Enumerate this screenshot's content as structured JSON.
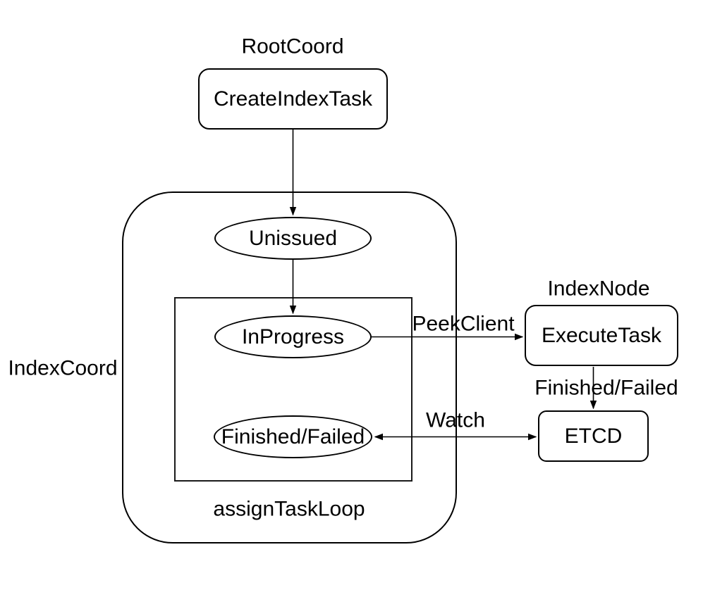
{
  "diagram": {
    "background_color": "#ffffff",
    "line_color": "#000000",
    "text_color": "#000000",
    "group_labels": {
      "root_coord": "RootCoord",
      "index_coord": "IndexCoord",
      "index_node": "IndexNode",
      "assign_task_loop": "assignTaskLoop"
    },
    "nodes": {
      "create_index_task": "CreateIndexTask",
      "unissued": "Unissued",
      "in_progress": "InProgress",
      "finished_failed": "Finished/Failed",
      "execute_task": "ExecuteTask",
      "etcd": "ETCD"
    },
    "edge_labels": {
      "peek_client": "PeekClient",
      "finished_failed": "Finished/Failed",
      "watch": "Watch"
    }
  }
}
